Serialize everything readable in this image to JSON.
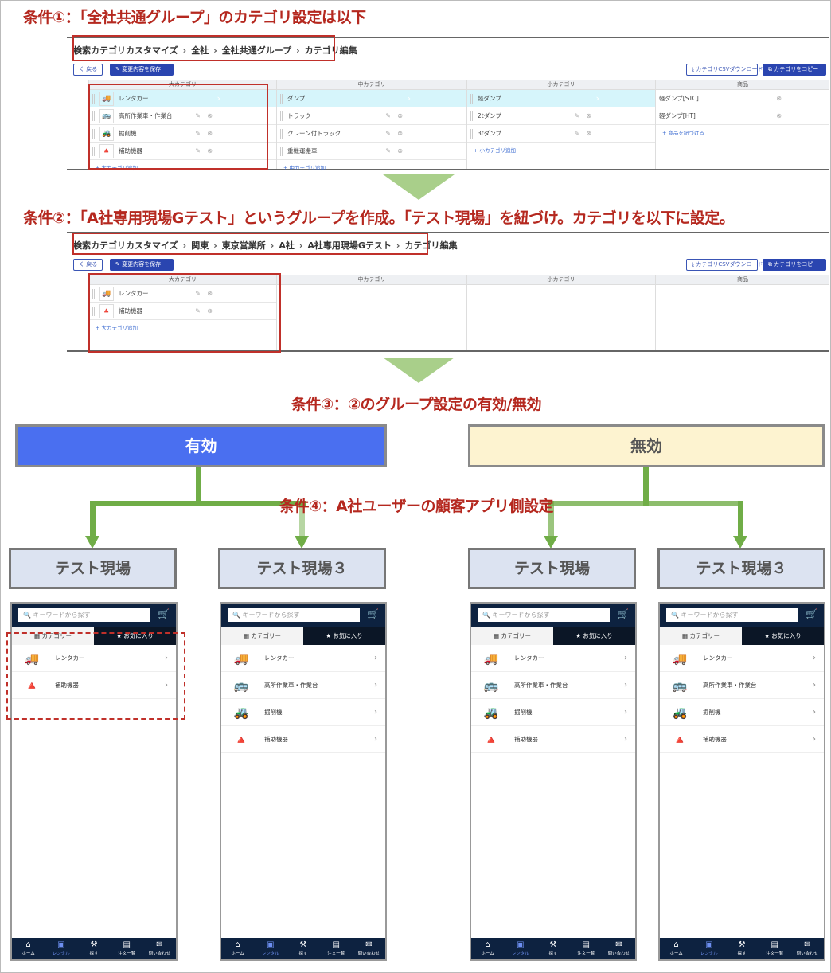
{
  "colors": {
    "accent_red": "#b5281f",
    "enabled": "#4a6ff0",
    "disabled": "#fdf3d0",
    "arrow": "#70ad47"
  },
  "cond1": "条件①：「全社共通グループ」のカテゴリ設定は以下",
  "cond2": "条件②：「A社専用現場Gテスト」というグループを作成。「テスト現場」を紐づけ。カテゴリを以下に設定。",
  "cond3": "条件③：②のグループ設定の有効/無効",
  "cond4": "条件④：A社ユーザーの顧客アプリ側設定",
  "shot1": {
    "breadcrumb": [
      "検索カテゴリカスタマイズ",
      "全社",
      "全社共通グループ",
      "カテゴリ編集"
    ],
    "back": "く 戻る",
    "save": "✎ 変更内容を保存",
    "csv": "⤓ カテゴリCSVダウンロード",
    "copy": "⧉ カテゴリをコピー",
    "columns": [
      {
        "header": "大カテゴリ",
        "rows": [
          {
            "label": "レンタカー",
            "icon": "🚚",
            "sel": true
          },
          {
            "label": "高所作業車・作業台",
            "icon": "🚌"
          },
          {
            "label": "掘削機",
            "icon": "🚜"
          },
          {
            "label": "補助機器",
            "icon": "🔺"
          }
        ],
        "add": "+ 大カテゴリ追加"
      },
      {
        "header": "中カテゴリ",
        "rows": [
          {
            "label": "ダンプ",
            "sel": true
          },
          {
            "label": "トラック"
          },
          {
            "label": "クレーン付トラック"
          },
          {
            "label": "重機運搬車"
          }
        ],
        "add": "+ 中カテゴリ追加"
      },
      {
        "header": "小カテゴリ",
        "rows": [
          {
            "label": "軽ダンプ",
            "sel": true
          },
          {
            "label": "2tダンプ"
          },
          {
            "label": "3tダンプ"
          }
        ],
        "add": "+ 小カテゴリ追加"
      },
      {
        "header": "商品",
        "rows": [
          {
            "label": "軽ダンプ[STC]",
            "prod": true
          },
          {
            "label": "軽ダンプ[HT]",
            "prod": true
          }
        ],
        "add": "+ 商品を紐づける"
      }
    ]
  },
  "shot2": {
    "breadcrumb": [
      "検索カテゴリカスタマイズ",
      "関東",
      "東京営業所",
      "A社",
      "A社専用現場Gテスト",
      "カテゴリ編集"
    ],
    "back": "く 戻る",
    "save": "✎ 変更内容を保存",
    "csv": "⤓ カテゴリCSVダウンロード",
    "copy": "⧉ カテゴリをコピー",
    "columns": [
      {
        "header": "大カテゴリ",
        "rows": [
          {
            "label": "レンタカー",
            "icon": "🚚"
          },
          {
            "label": "補助機器",
            "icon": "🔺"
          }
        ],
        "add": "+ 大カテゴリ追加"
      },
      {
        "header": "中カテゴリ",
        "rows": []
      },
      {
        "header": "小カテゴリ",
        "rows": []
      },
      {
        "header": "商品",
        "rows": []
      }
    ]
  },
  "enabled": "有効",
  "disabled": "無効",
  "sites": [
    "テスト現場",
    "テスト現場３",
    "テスト現場",
    "テスト現場３"
  ],
  "phone": {
    "search": "キーワードから探す",
    "tab_cat": "▦ カテゴリー",
    "tab_fav": "★ お気に入り",
    "footer": [
      {
        "icon": "⌂",
        "label": "ホーム"
      },
      {
        "icon": "▣",
        "label": "レンタル",
        "on": true
      },
      {
        "icon": "⚒",
        "label": "探す"
      },
      {
        "icon": "▤",
        "label": "注文一覧"
      },
      {
        "icon": "✉",
        "label": "問い合わせ"
      }
    ]
  },
  "phones": [
    [
      {
        "label": "レンタカー",
        "icon": "🚚"
      },
      {
        "label": "補助機器",
        "icon": "🔺"
      }
    ],
    [
      {
        "label": "レンタカー",
        "icon": "🚚"
      },
      {
        "label": "高所作業車・作業台",
        "icon": "🚌"
      },
      {
        "label": "掘削機",
        "icon": "🚜"
      },
      {
        "label": "補助機器",
        "icon": "🔺"
      }
    ],
    [
      {
        "label": "レンタカー",
        "icon": "🚚"
      },
      {
        "label": "高所作業車・作業台",
        "icon": "🚌"
      },
      {
        "label": "掘削機",
        "icon": "🚜"
      },
      {
        "label": "補助機器",
        "icon": "🔺"
      }
    ],
    [
      {
        "label": "レンタカー",
        "icon": "🚚"
      },
      {
        "label": "高所作業車・作業台",
        "icon": "🚌"
      },
      {
        "label": "掘削機",
        "icon": "🚜"
      },
      {
        "label": "補助機器",
        "icon": "🔺"
      }
    ]
  ]
}
